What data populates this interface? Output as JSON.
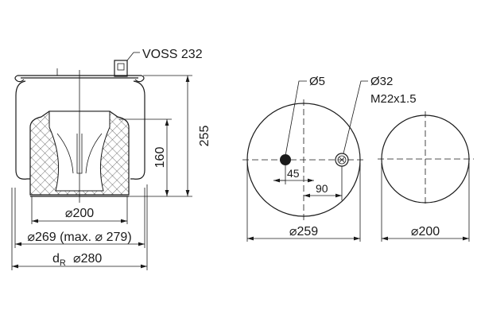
{
  "side_view": {
    "connector_label": "VOSS 232",
    "height_total": "255",
    "height_piston": "160",
    "piston_diameter": "⌀200",
    "bellows_diameter": "⌀269 (max. ⌀ 279)",
    "dr_label": "d",
    "dr_subscript": "R",
    "dr_value": "⌀280"
  },
  "top_view": {
    "hole_small": "Ø5",
    "hole_large": "Ø32",
    "thread": "M22x1.5",
    "offset_small": "45",
    "offset_large": "90",
    "diameter": "⌀259"
  },
  "bottom_view": {
    "diameter": "⌀200"
  }
}
